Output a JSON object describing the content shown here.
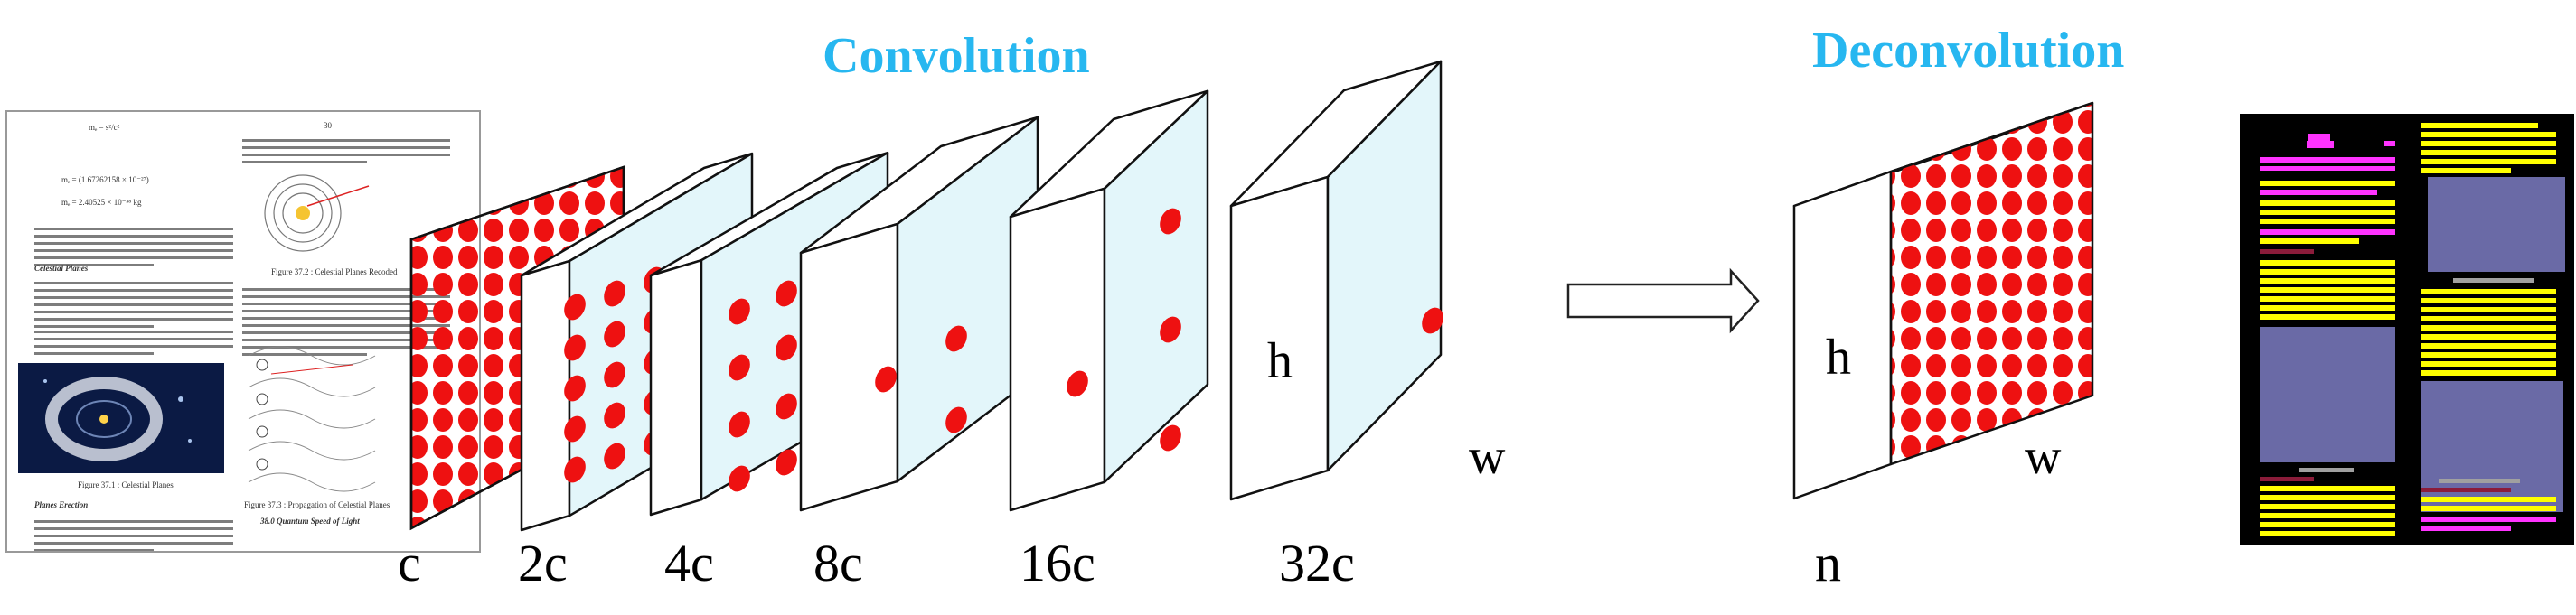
{
  "titles": {
    "convolution": "Convolution",
    "deconvolution": "Deconvolution"
  },
  "colors": {
    "title": "#27B7F0",
    "dot": "#EE1111",
    "face": "#E3F6FA",
    "side": "#FFFFFF",
    "edge": "#111111",
    "seg_background": "#000000",
    "seg_text": "#FFFF00",
    "seg_title": "#FF33FF",
    "seg_figure": "#6A6AA6",
    "seg_caption": "#A0A0A0",
    "seg_heading": "#8B1C3A"
  },
  "encoder": {
    "channel_labels": [
      "c",
      "2c",
      "4c",
      "8c",
      "16c",
      "32c"
    ],
    "height_label": "h",
    "width_label": "w"
  },
  "decoder": {
    "channel_label": "n",
    "height_label": "h",
    "width_label": "w"
  },
  "document": {
    "page_number": "30",
    "figure_captions": [
      "Figure 37.1 : Celestial Planes",
      "Figure 37.2 : Celestial Planes Recoded",
      "Figure 37.3 : Propagation of Celestial Planes"
    ],
    "section_headings": [
      "Celestial Planes",
      "Planes Erection",
      "38.0 Quantum Speed of Light"
    ],
    "equations": [
      "mₑ = s²/c²",
      "mₑ = (1.67262158 × 10⁻²⁷)",
      "mₑ = 2.40525 × 10⁻³⁸ kg"
    ]
  }
}
